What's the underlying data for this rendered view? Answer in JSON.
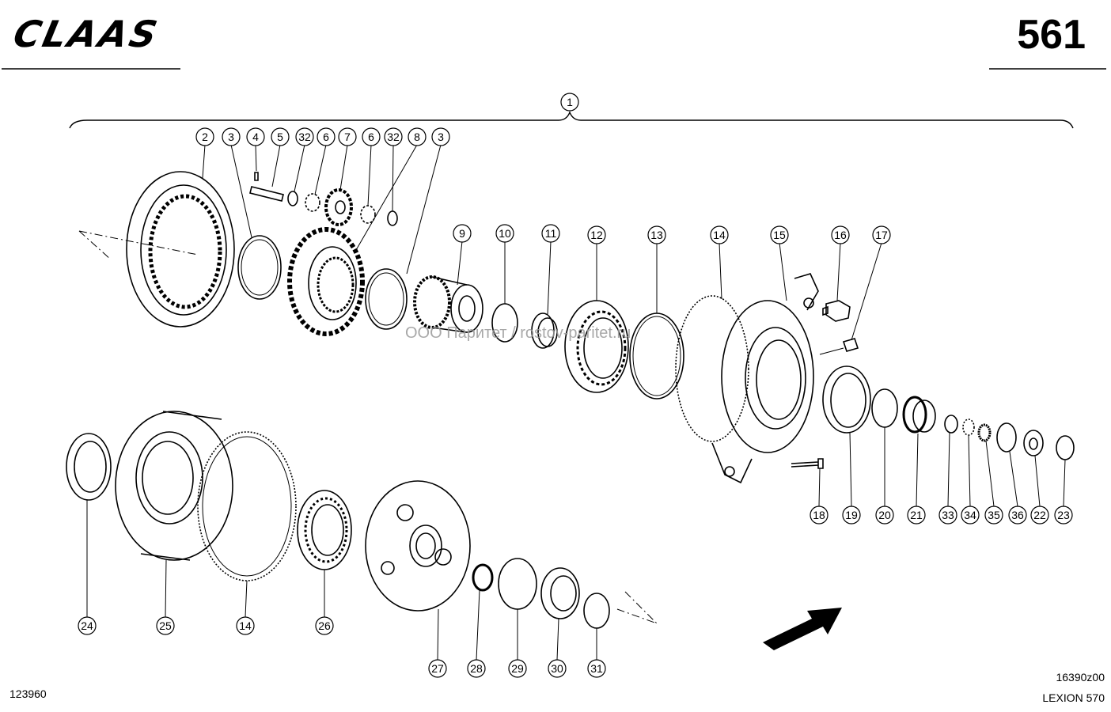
{
  "header": {
    "brand": "CLAAS",
    "page_number": "561"
  },
  "footer": {
    "document_number": "123960",
    "drawing_code": "16390z00",
    "model": "LEXION 570"
  },
  "watermark": "ООО Паритет / rostov-paritet.ru",
  "callouts": {
    "assembly": "1",
    "top_row": [
      "2",
      "3",
      "4",
      "5",
      "32",
      "6",
      "7",
      "6",
      "32",
      "8",
      "3"
    ],
    "mid_row": [
      "9",
      "10",
      "11",
      "12",
      "13",
      "14",
      "15",
      "16",
      "17"
    ],
    "right_row": [
      "18",
      "19",
      "20",
      "21",
      "33",
      "34",
      "35",
      "36",
      "22",
      "23"
    ],
    "bottom_row": [
      "24",
      "25",
      "14",
      "26",
      "27",
      "28",
      "29",
      "30",
      "31"
    ]
  }
}
